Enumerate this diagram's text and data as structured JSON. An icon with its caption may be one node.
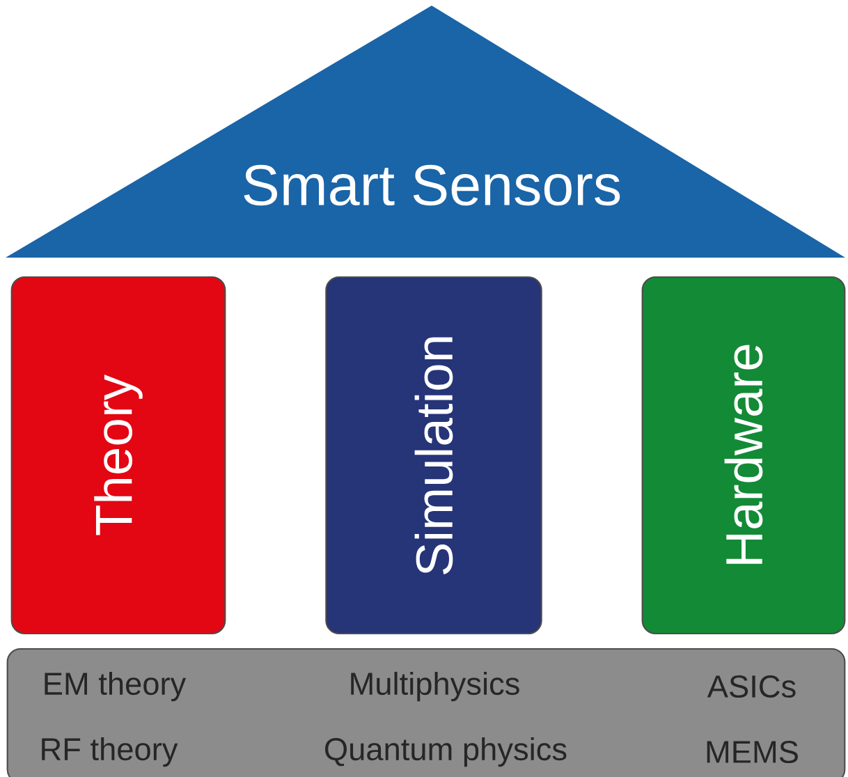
{
  "diagram": {
    "nodes": [
      {
        "text": [
          "Smart Sensors"
        ]
      },
      {
        "text": [
          "Theory"
        ]
      },
      {
        "text": [
          "Simulation"
        ]
      },
      {
        "text": [
          "Hardware"
        ]
      },
      {
        "text": [
          "EM theory",
          "Multiphysics",
          "ASICs",
          "RF theory",
          "Quantum physics",
          "MEMS"
        ]
      }
    ]
  }
}
